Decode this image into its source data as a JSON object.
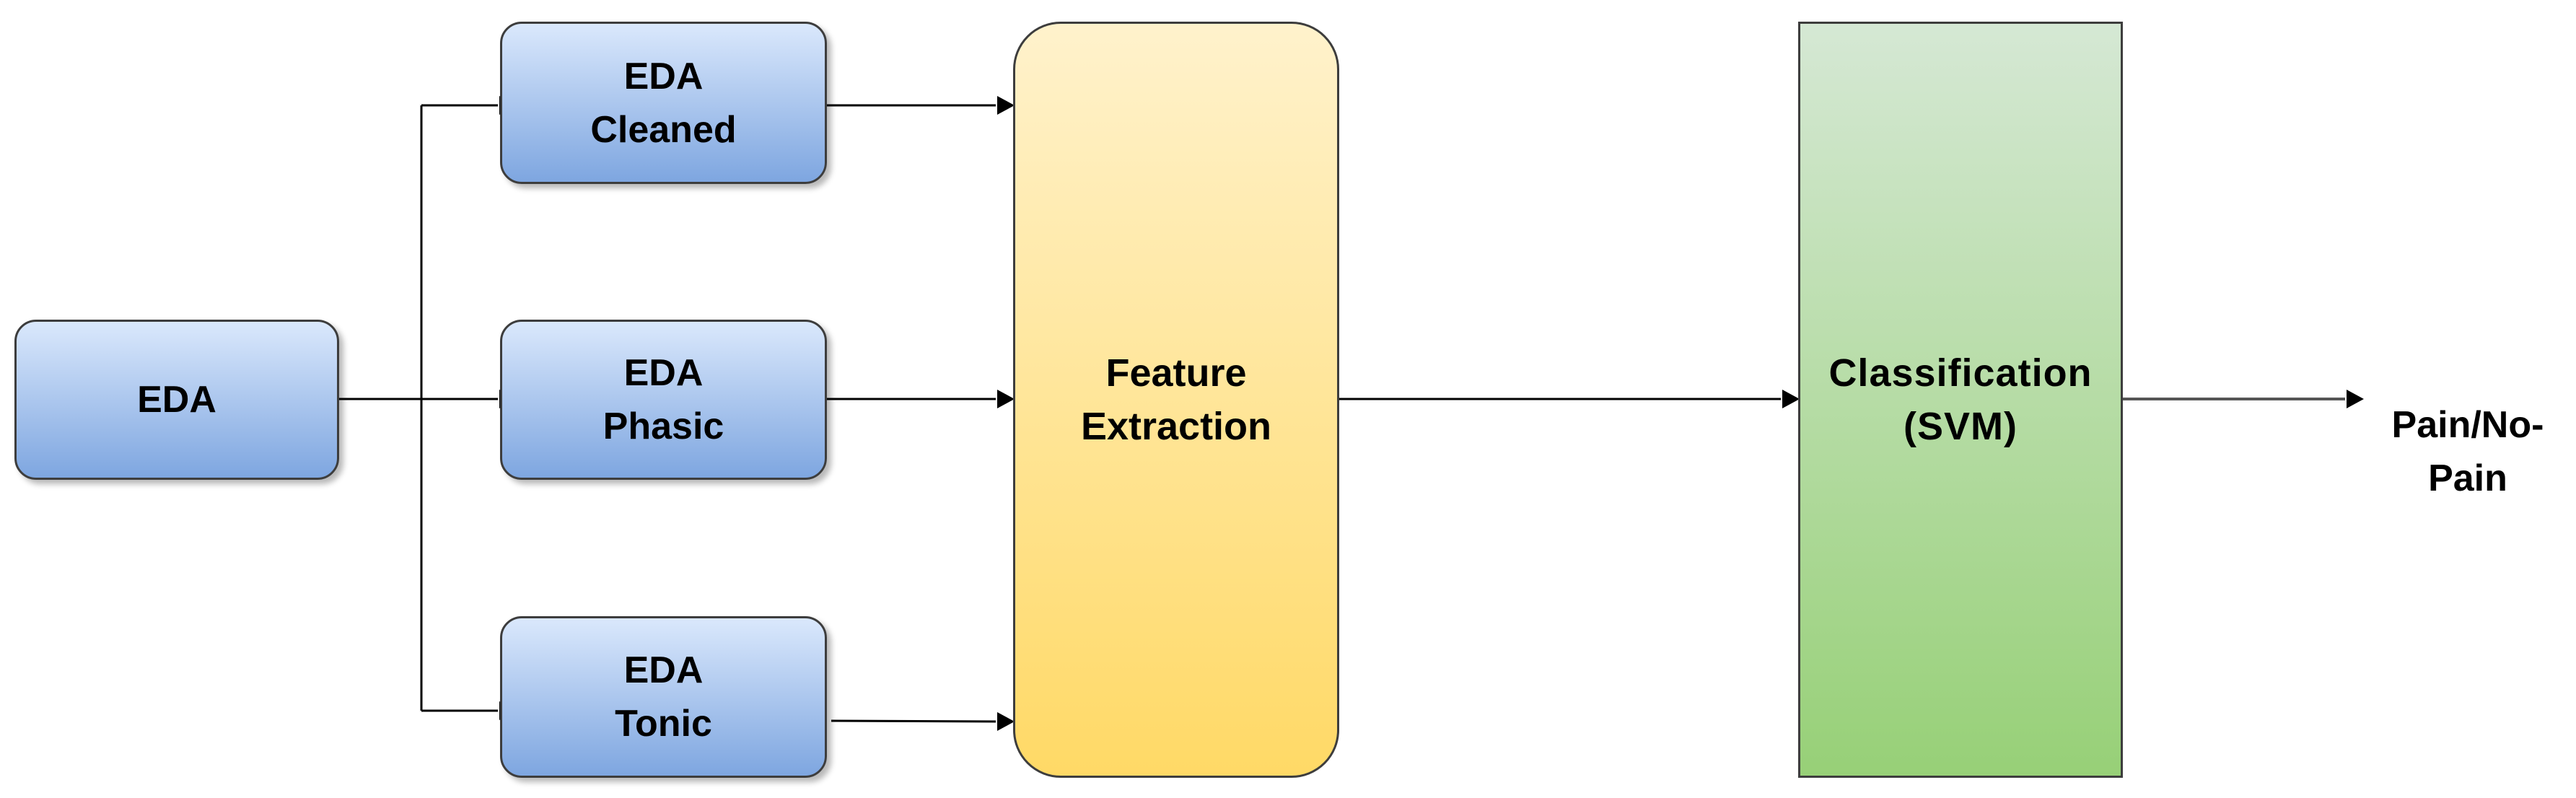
{
  "nodes": {
    "eda": "EDA",
    "eda_cleaned": "EDA\nCleaned",
    "eda_phasic": "EDA\nPhasic",
    "eda_tonic": "EDA\nTonic",
    "feature_extraction": "Feature\nExtraction",
    "classification": "Classification\n(SVM)",
    "output": "Pain/No-\nPain"
  },
  "edges": [
    {
      "from": "EDA",
      "to": "EDA\nCleaned"
    },
    {
      "from": "EDA",
      "to": "EDA\nPhasic"
    },
    {
      "from": "EDA",
      "to": "EDA\nTonic"
    },
    {
      "from": "EDA\nCleaned",
      "to": "Feature\nExtraction"
    },
    {
      "from": "EDA\nPhasic",
      "to": "Feature\nExtraction"
    },
    {
      "from": "EDA\nTonic",
      "to": "Feature\nExtraction"
    },
    {
      "from": "Feature\nExtraction",
      "to": "Classification\n(SVM)"
    },
    {
      "from": "Classification\n(SVM)",
      "to": "Pain/No-\nPain"
    }
  ],
  "colors": {
    "input_fill_top": "#dae8fc",
    "input_fill_bottom": "#7ea6e0",
    "feature_fill_top": "#fff2cc",
    "feature_fill_bottom": "#ffd966",
    "classify_fill_top": "#d5e8d4",
    "classify_fill_bottom": "#97d077",
    "stroke": "#000000"
  }
}
